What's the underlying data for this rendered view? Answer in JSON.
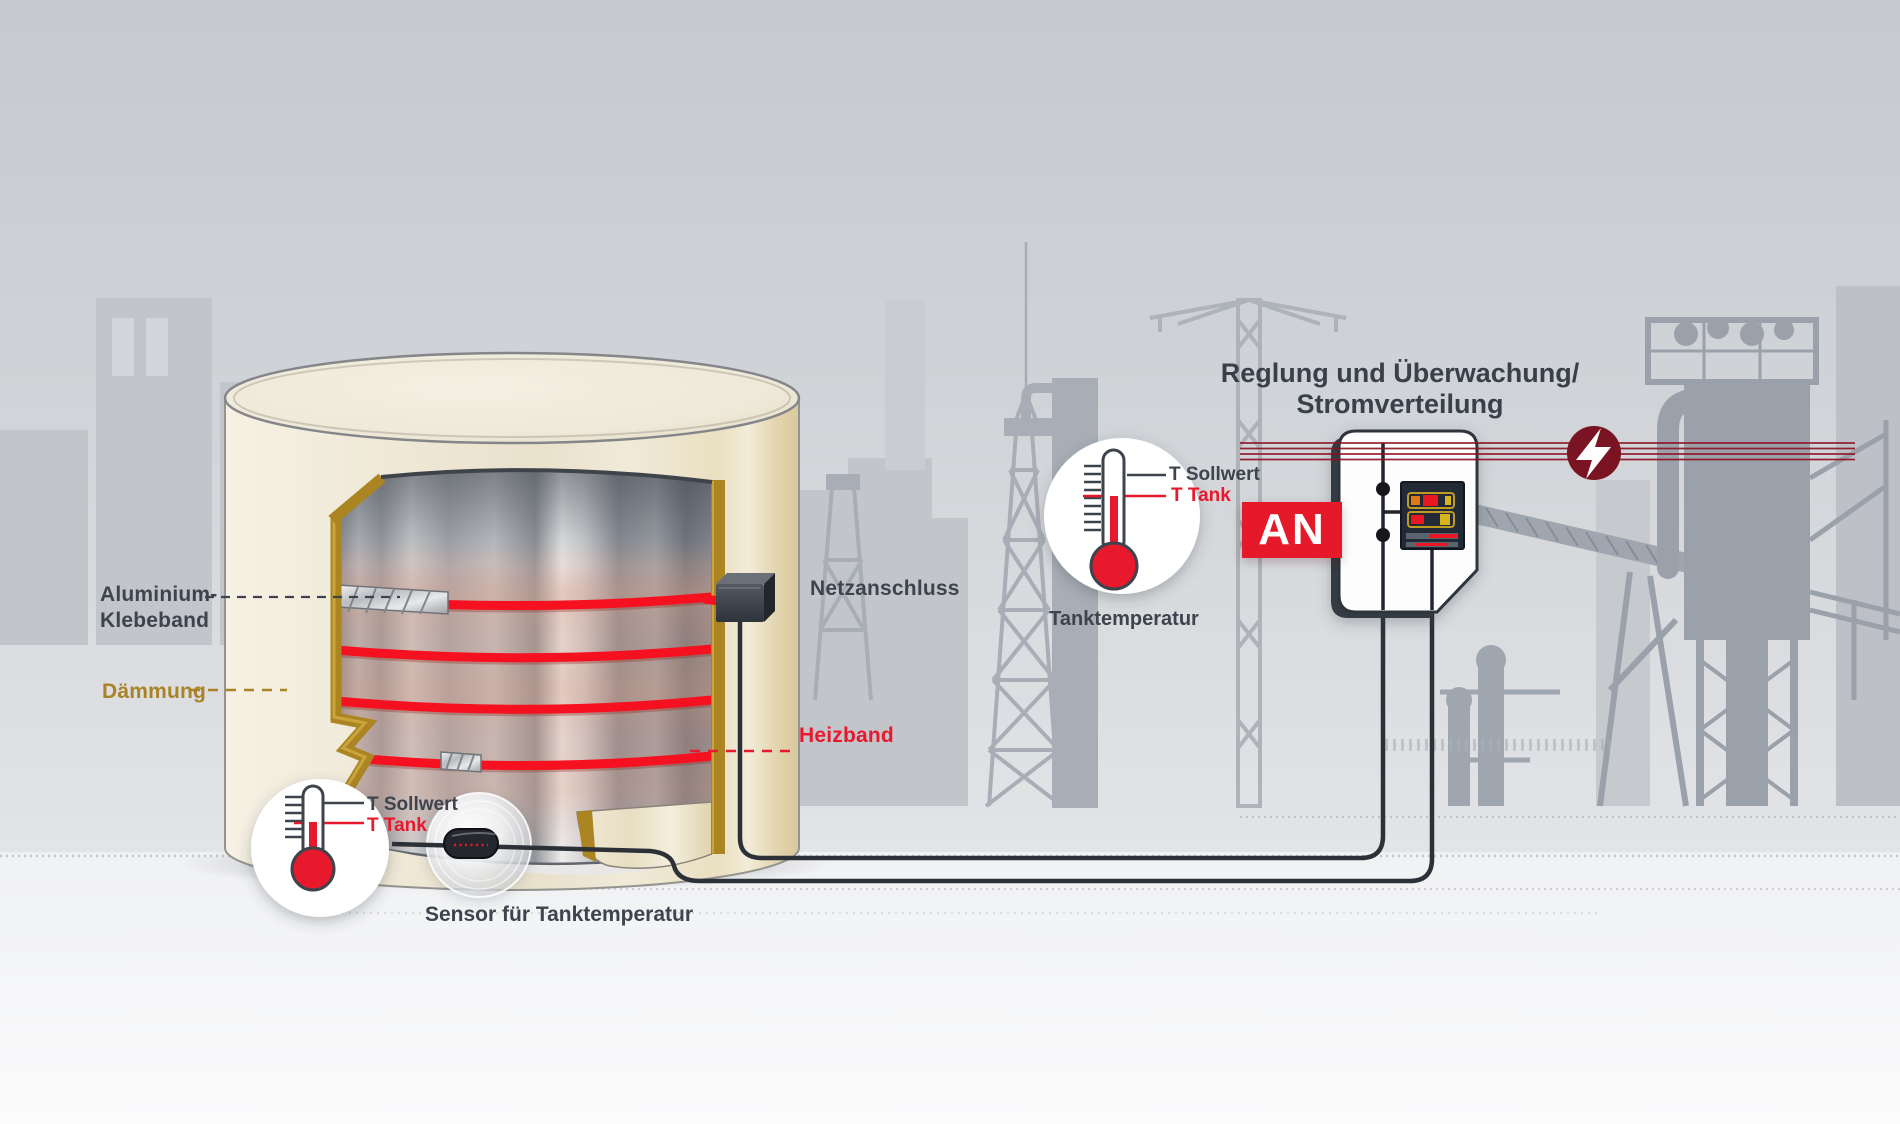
{
  "labels": {
    "aluminium_line1": "Aluminium-",
    "aluminium_line2": "Klebeband",
    "daemmung": "Dämmung",
    "netzanschluss": "Netzanschluss",
    "heizband": "Heizband",
    "sensor_tanktemperatur": "Sensor für Tanktemperatur"
  },
  "thermometer_left": {
    "t_sollwert": "T Sollwert",
    "t_tank": "T Tank"
  },
  "thermometer_tank": {
    "caption": "Tanktemperatur",
    "t_sollwert": "T Sollwert",
    "t_tank": "T Tank"
  },
  "control_unit": {
    "title_line1": "Reglung und Überwachung/",
    "title_line2": "Stromverteilung",
    "state_badge": "AN"
  },
  "icons": {
    "thermometer": "thermometer-icon",
    "power": "lightning-bolt-icon",
    "sensor": "sensor-sphere-icon",
    "mains": "netzanschluss-connector",
    "display": "control-unit-display"
  },
  "colors": {
    "label_slate": "#3d444d",
    "heizband_red": "#f5111f",
    "accent_red": "#e8192c",
    "badge_red": "#e6192a",
    "gold_daemmung": "#a98325",
    "maroon_power": "#7a1322",
    "tank_cream": "#efe7d4",
    "cable_dark": "#2c3138"
  }
}
